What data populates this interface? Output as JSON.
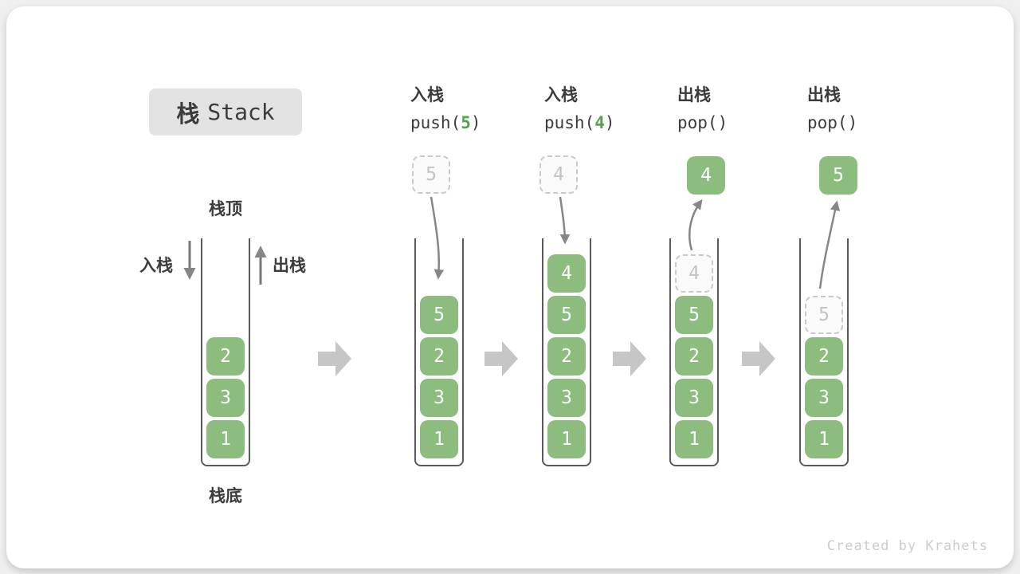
{
  "title": {
    "cn": "栈",
    "en": "Stack"
  },
  "watermark": "Created by Krahets",
  "initial_stack": {
    "top_label": "栈顶",
    "bottom_label": "栈底",
    "push_arrow_label": "入栈",
    "pop_arrow_label": "出栈",
    "cells": [
      "2",
      "3",
      "1"
    ]
  },
  "operations": [
    {
      "label": "入栈",
      "code_pre": "push(",
      "code_arg": "5",
      "code_post": ")",
      "incoming_value": "5",
      "cells": [
        "5",
        "2",
        "3",
        "1"
      ]
    },
    {
      "label": "入栈",
      "code_pre": "push(",
      "code_arg": "4",
      "code_post": ")",
      "incoming_value": "4",
      "cells": [
        "4",
        "5",
        "2",
        "3",
        "1"
      ]
    },
    {
      "label": "出栈",
      "code_pre": "pop(",
      "code_arg": "",
      "code_post": ")",
      "popped_value": "4",
      "ghost_value": "4",
      "cells": [
        "5",
        "2",
        "3",
        "1"
      ]
    },
    {
      "label": "出栈",
      "code_pre": "pop(",
      "code_arg": "",
      "code_post": ")",
      "popped_value": "5",
      "ghost_value": "5",
      "cells": [
        "2",
        "3",
        "1"
      ]
    }
  ],
  "colors": {
    "cell_green": "#8cbc7e",
    "code_arg_green": "#55a04e",
    "arrow_gray": "#868686",
    "block_arrow_gray": "#c6c6c6",
    "title_box_bg": "#e3e3e3",
    "text_dark": "#3b3b3b"
  }
}
